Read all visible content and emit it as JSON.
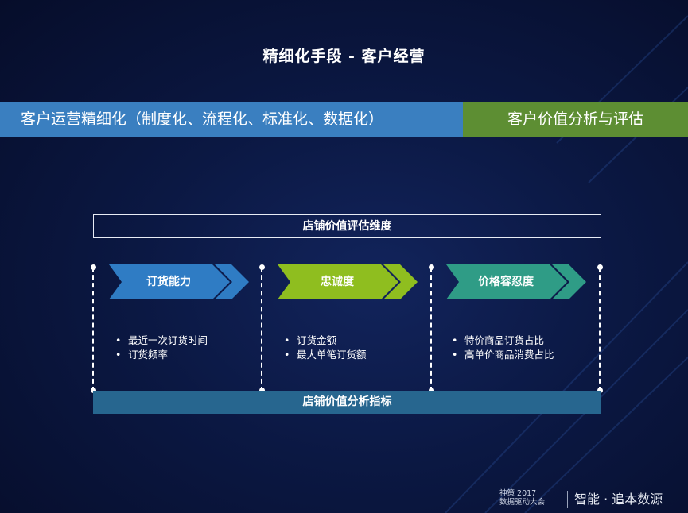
{
  "title": "精细化手段 - 客户经营",
  "banner": {
    "left": "客户运营精细化（制度化、流程化、标准化、数据化）",
    "right": "客户价值分析与评估"
  },
  "dimension_title": "店铺价值评估维度",
  "dimensions": [
    {
      "label": "订货能力",
      "color": "#2f7cc4",
      "items": [
        "最近一次订货时间",
        "订货频率"
      ]
    },
    {
      "label": "忠诚度",
      "color": "#8fbe1f",
      "items": [
        "订货金额",
        "最大单笔订货额"
      ]
    },
    {
      "label": "价格容忍度",
      "color": "#2f9c86",
      "items": [
        "特价商品订货占比",
        "高单价商品消费占比"
      ]
    }
  ],
  "bullet_char": "•",
  "bottom_label": "店铺价值分析指标",
  "footer": {
    "event_line1": "神策 2017",
    "event_line2": "数据驱动大会",
    "slogan": "智能 · 追本数源"
  }
}
